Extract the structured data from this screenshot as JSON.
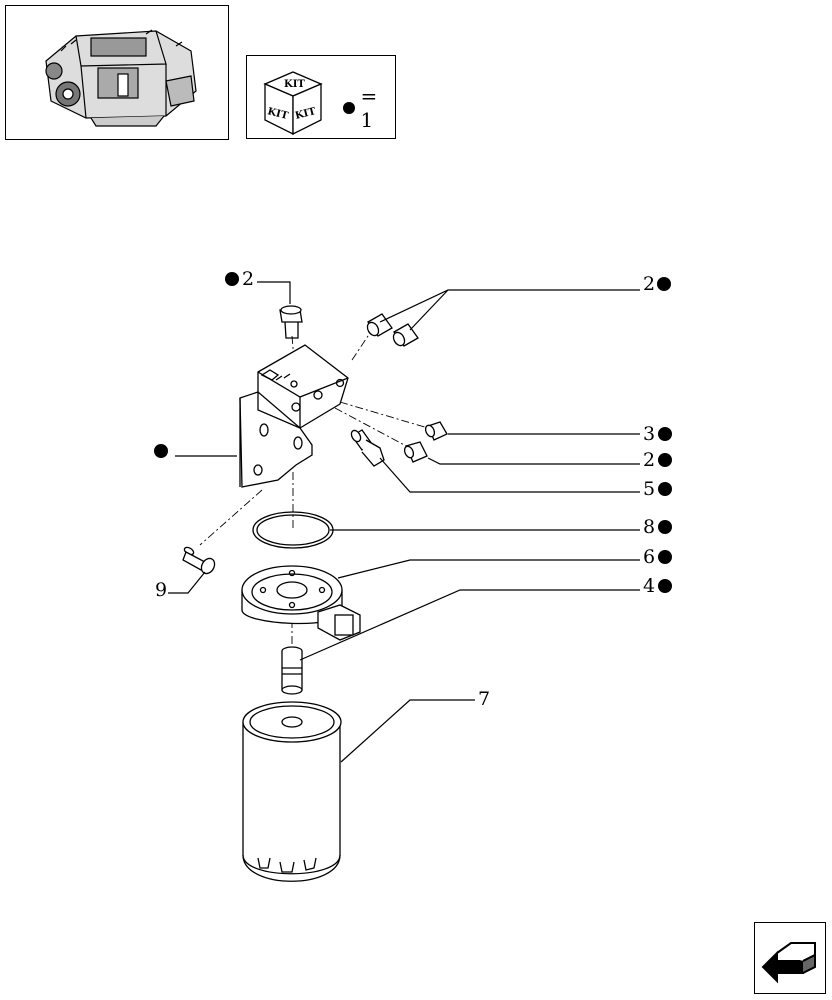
{
  "kit_legend": {
    "kit_text": "KIT",
    "equals": "= 1",
    "marker": "filled-dot"
  },
  "callouts": [
    {
      "id": "c2-top-left",
      "label": "2",
      "kit": true
    },
    {
      "id": "c2-top-right",
      "label": "2",
      "kit": true
    },
    {
      "id": "c3",
      "label": "3",
      "kit": true
    },
    {
      "id": "c2-mid",
      "label": "2",
      "kit": true
    },
    {
      "id": "c5",
      "label": "5",
      "kit": true
    },
    {
      "id": "c8",
      "label": "8",
      "kit": true
    },
    {
      "id": "c6",
      "label": "6",
      "kit": true
    },
    {
      "id": "c4",
      "label": "4",
      "kit": true
    },
    {
      "id": "c9",
      "label": "9",
      "kit": false
    },
    {
      "id": "c7",
      "label": "7",
      "kit": false
    },
    {
      "id": "c-bracket",
      "label": "",
      "kit": true
    }
  ],
  "icons": {
    "engine": "engine-thumbnail-icon",
    "kit": "kit-cube-icon",
    "next_page": "arrow-next-icon"
  }
}
